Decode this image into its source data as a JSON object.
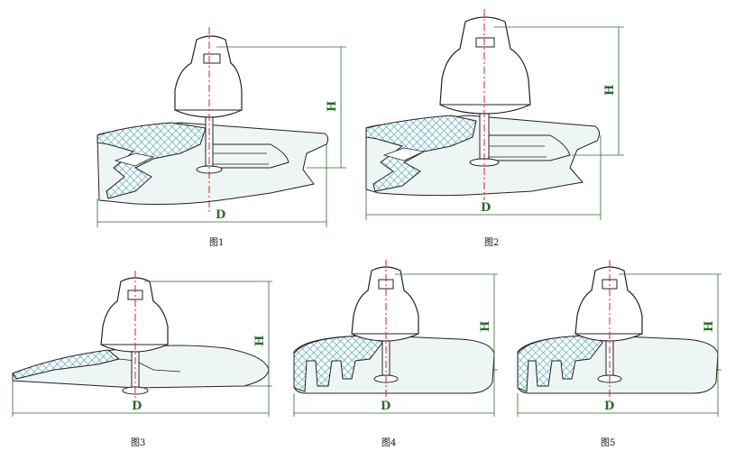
{
  "colors": {
    "outline": "#222222",
    "body_fill": "#f2f7f7",
    "shed_fill": "#eef5f5",
    "hatch": "#5fb3bc",
    "dimension": "#2a6b2a",
    "centerline": "#d62020"
  },
  "figures": [
    {
      "caption": "图1",
      "height_label": "H",
      "diameter_label": "D",
      "profile": "double-shed-anti-fog"
    },
    {
      "caption": "图2",
      "height_label": "H",
      "diameter_label": "D",
      "profile": "double-shed-anti-fog-large"
    },
    {
      "caption": "图3",
      "height_label": "H",
      "diameter_label": "D",
      "profile": "aerodynamic"
    },
    {
      "caption": "图4",
      "height_label": "H",
      "diameter_label": "D",
      "profile": "deep-rib"
    },
    {
      "caption": "图5",
      "height_label": "H",
      "diameter_label": "D",
      "profile": "deep-rib"
    }
  ]
}
